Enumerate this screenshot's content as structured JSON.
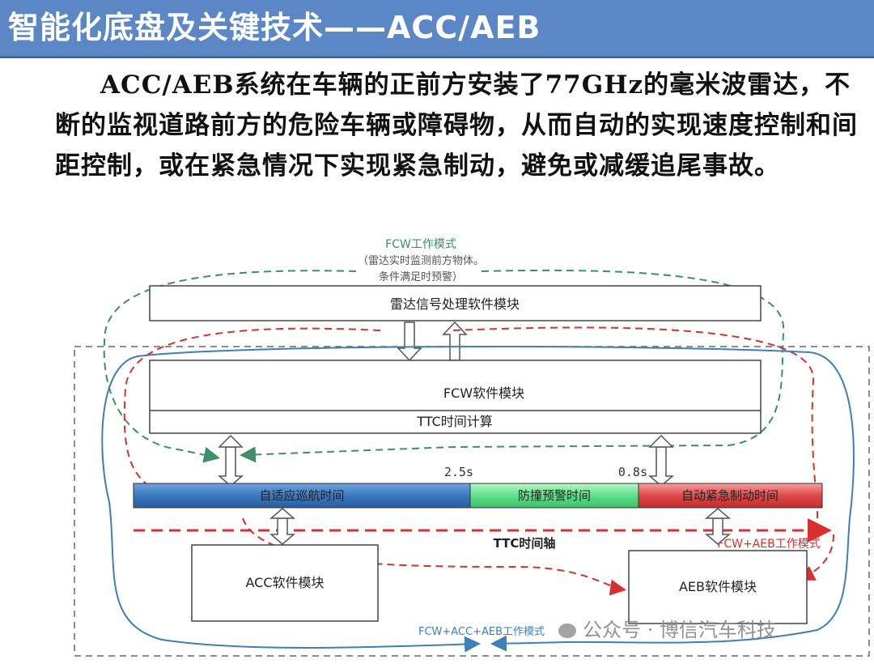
{
  "header": {
    "title": "智能化底盘及关键技术——ACC/AEB"
  },
  "paragraph": "ACC/AEB系统在车辆的正前方安装了77GHz的毫米波雷达，不断的监视道路前方的危险车辆或障碍物，从而自动的实现速度控制和间距控制，或在紧急情况下实现紧急制动，避免或减缓追尾事故。",
  "diagram": {
    "fcw_mode_title": "FCW工作模式",
    "fcw_mode_line1": "（雷达实时监测前方物体。",
    "fcw_mode_line2": "条件满足时预警）",
    "radar_module": "雷达信号处理软件模块",
    "fcw_module": "FCW软件模块",
    "ttc_calc": "TTC时间计算",
    "time_2_5": "2.5s",
    "time_0_8": "0.8s",
    "axis_segments": [
      {
        "label": "自适应巡航时间",
        "color": "#3a78c0"
      },
      {
        "label": "防撞预警时间",
        "color": "#5fe08a"
      },
      {
        "label": "自动紧急制动时间",
        "color": "#e04848"
      }
    ],
    "ttc_axis": "TTC时间轴",
    "fcw_aeb_mode": "FCW+AEB工作模式",
    "acc_module": "ACC软件模块",
    "aeb_module": "AEB软件模块",
    "fcw_acc_aeb_mode": "FCW+ACC+AEB工作模式"
  },
  "watermark": "公众号 · 博信汽车科技",
  "colors": {
    "title_bg": "#5b87c6",
    "green_dash": "#3c8f6a",
    "red_dash": "#d83030",
    "blue_line": "#3d7fb8"
  }
}
